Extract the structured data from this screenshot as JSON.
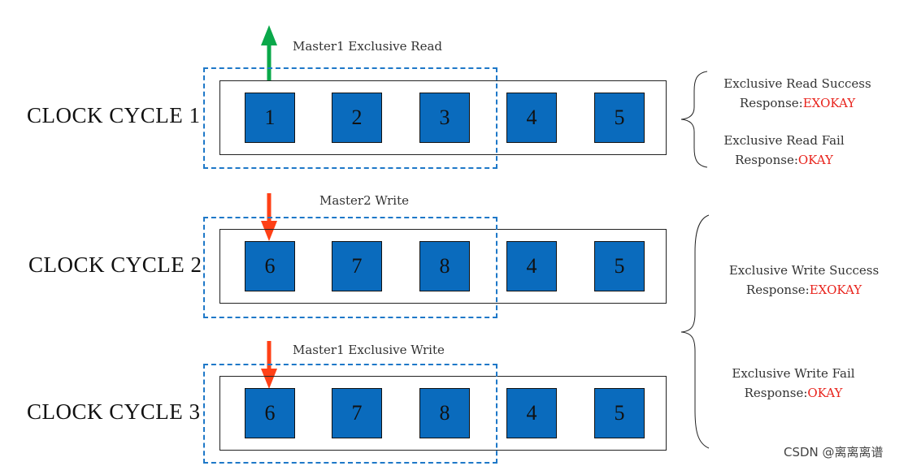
{
  "cycles": [
    {
      "label": "CLOCK CYCLE 1",
      "master_label": "Master1 Exclusive Read",
      "arrow": "up",
      "arrow_color": "#0aa84a",
      "cells": [
        "1",
        "2",
        "3",
        "4",
        "5"
      ]
    },
    {
      "label": "CLOCK CYCLE 2",
      "master_label": "Master2 Write",
      "arrow": "down",
      "arrow_color": "#ff4016",
      "cells": [
        "6",
        "7",
        "8",
        "4",
        "5"
      ]
    },
    {
      "label": "CLOCK CYCLE 3",
      "master_label": "Master1 Exclusive Write",
      "arrow": "down",
      "arrow_color": "#ff4016",
      "cells": [
        "6",
        "7",
        "8",
        "4",
        "5"
      ]
    }
  ],
  "responses": {
    "read_success": {
      "title": "Exclusive Read Success",
      "prefix": "Response:",
      "code": "EXOKAY"
    },
    "read_fail": {
      "title": "Exclusive Read Fail",
      "prefix": "Response:",
      "code": "OKAY"
    },
    "write_success": {
      "title": "Exclusive Write Success",
      "prefix": "Response:",
      "code": "EXOKAY"
    },
    "write_fail": {
      "title": "Exclusive Write Fail",
      "prefix": "Response:",
      "code": "OKAY"
    }
  },
  "colors": {
    "cell_fill": "#0a6bbd",
    "dashed": "#1e78c8",
    "response_code": "#e8231c"
  },
  "watermark": "CSDN @离离离谱"
}
